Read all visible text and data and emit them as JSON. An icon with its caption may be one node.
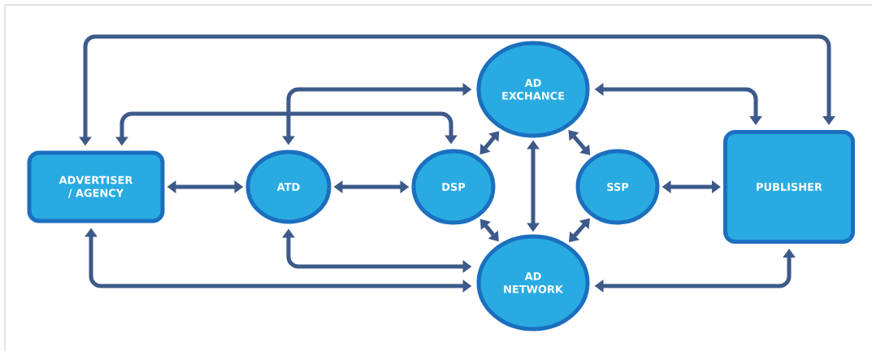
{
  "diagram": {
    "nodes": [
      {
        "text": [
          "ADVERTISER / AGENCY"
        ]
      },
      {
        "text": [
          "ATD"
        ]
      },
      {
        "text": [
          "DSP"
        ]
      },
      {
        "text": [
          "AD EXCHANCE"
        ]
      },
      {
        "text": [
          "SSP"
        ]
      },
      {
        "text": [
          "AD NETWORK"
        ]
      },
      {
        "text": [
          "PUBLISHER"
        ]
      }
    ],
    "edges": [
      {
        "from": 0,
        "to": 1,
        "arrow": "both"
      },
      {
        "from": 1,
        "to": 2,
        "arrow": "both"
      },
      {
        "from": 4,
        "to": 6,
        "arrow": "both"
      },
      {
        "from": 2,
        "to": 3,
        "arrow": "both"
      },
      {
        "from": 4,
        "to": 3,
        "arrow": "both"
      },
      {
        "from": 2,
        "to": 5,
        "arrow": "both"
      },
      {
        "from": 4,
        "to": 5,
        "arrow": "both"
      },
      {
        "from": 3,
        "to": 5,
        "arrow": "both"
      },
      {
        "from": 0,
        "to": 6,
        "arrow": "both"
      },
      {
        "from": 1,
        "to": 3,
        "arrow": "both"
      },
      {
        "from": 0,
        "to": 2,
        "arrow": "both"
      },
      {
        "from": 3,
        "to": 6,
        "arrow": "both"
      },
      {
        "from": 1,
        "to": 5,
        "arrow": "both"
      },
      {
        "from": 0,
        "to": 5,
        "arrow": "both"
      },
      {
        "from": 5,
        "to": 6,
        "arrow": "both"
      }
    ]
  }
}
